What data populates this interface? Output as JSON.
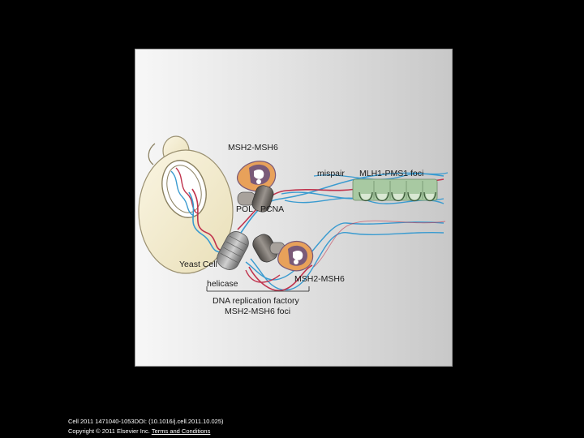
{
  "figure": {
    "labels": {
      "msh2_msh6_top": "MSH2-MSH6",
      "mispair": "mispair",
      "mlh1_pms1_foci": "MLH1-PMS1 foci",
      "pol": "POL",
      "pcna": "PCNA",
      "yeast_cell": "Yeast Cell",
      "msh2_msh6_bottom": "MSH2-MSH6",
      "helicase": "helicase",
      "dna_replication_factory": "DNA replication factory",
      "msh2_msh6_foci": "MSH2-MSH6 foci"
    },
    "colors": {
      "dna_blue": "#3a9bd0",
      "dna_red": "#c0334d",
      "cell_fill": "#f3ecd0",
      "mlh1_green": "#8fb88a",
      "msh_orange": "#e8a15a",
      "msh_purple": "#7a5a78",
      "pcna_gray": "#6e6a66"
    }
  },
  "footer": {
    "citation": "Cell 2011 1471040-1053DOI: (10.1016/j.cell.2011.10.025)",
    "copyright": "Copyright © 2011 Elsevier Inc.",
    "terms_link": "Terms and Conditions"
  }
}
